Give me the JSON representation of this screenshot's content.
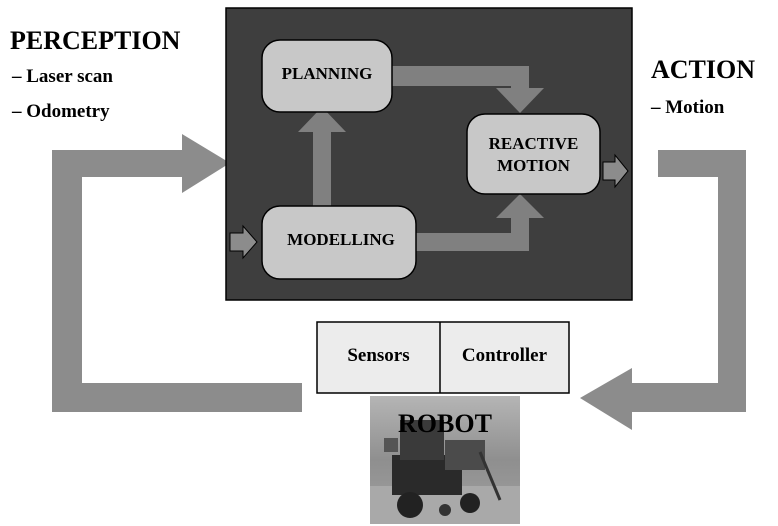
{
  "perception": {
    "title": "PERCEPTION",
    "items": [
      "– Laser scan",
      "– Odometry"
    ]
  },
  "action": {
    "title": "ACTION",
    "items": [
      "– Motion"
    ]
  },
  "modules": {
    "planning": "PLANNING",
    "modelling": "MODELLING",
    "reactive_line1": "REACTIVE",
    "reactive_line2": "MOTION"
  },
  "hardware": {
    "sensors": "Sensors",
    "controller": "Controller"
  },
  "robot": {
    "label": "ROBOT"
  },
  "colors": {
    "panel": "#3e3e3e",
    "module_fill": "#c8c8c8",
    "arrow": "#8c8c8c",
    "photo": "#8a8a8a"
  }
}
